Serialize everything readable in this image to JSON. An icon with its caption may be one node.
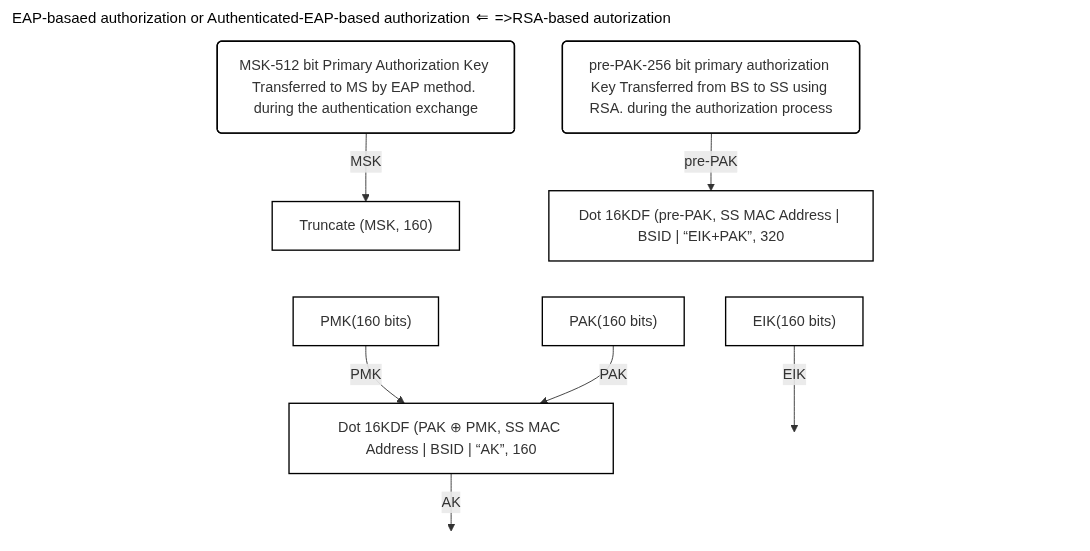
{
  "diagram": {
    "nodes": [
      {
        "text": [
          "MSK-512 bit Primary Authorization Key Transferred to MS by EAP method. during the authentication exchange"
        ]
      },
      {
        "text": [
          "pre-PAK-256 bit primary authorization Key Transferred from BS to SS using RSA. during the authorization process"
        ]
      },
      {
        "text": [
          "Truncate (MSK, 160)"
        ]
      },
      {
        "text": [
          "PMK(160 bits)"
        ]
      },
      {
        "text": [
          "Dot 16KDF (pre-PAK, SS MAC Address | BSID | “EIK+PAK”, 320"
        ]
      },
      {
        "text": [
          "EIK(160 bits)"
        ]
      },
      {
        "text": [
          "PAK(160 bits)"
        ]
      },
      {
        "text": [
          "Dot 16KDF (PAK ⊕ PMK, SS MAC Address | BSID | “AK”, 160"
        ]
      }
    ],
    "edges": [
      {
        "from": 0,
        "to": 2,
        "label": "MSK",
        "arrow": "to"
      },
      {
        "from": 1,
        "to": 4,
        "label": "pre-PAK",
        "arrow": "to"
      },
      {
        "from": 3,
        "to": 7,
        "label": "PMK",
        "arrow": "to"
      },
      {
        "from": 5,
        "to": null,
        "label": "EIK",
        "arrow": "to"
      },
      {
        "from": 6,
        "to": 7,
        "label": "PAK",
        "arrow": "to"
      },
      {
        "from": 7,
        "to": null,
        "label": "AK",
        "arrow": "to"
      }
    ],
    "labels": [
      "EAP-basaed authorization or Authenticated-EAP-based authorization",
      "⇐",
      "=>RSA-based autorization"
    ]
  }
}
